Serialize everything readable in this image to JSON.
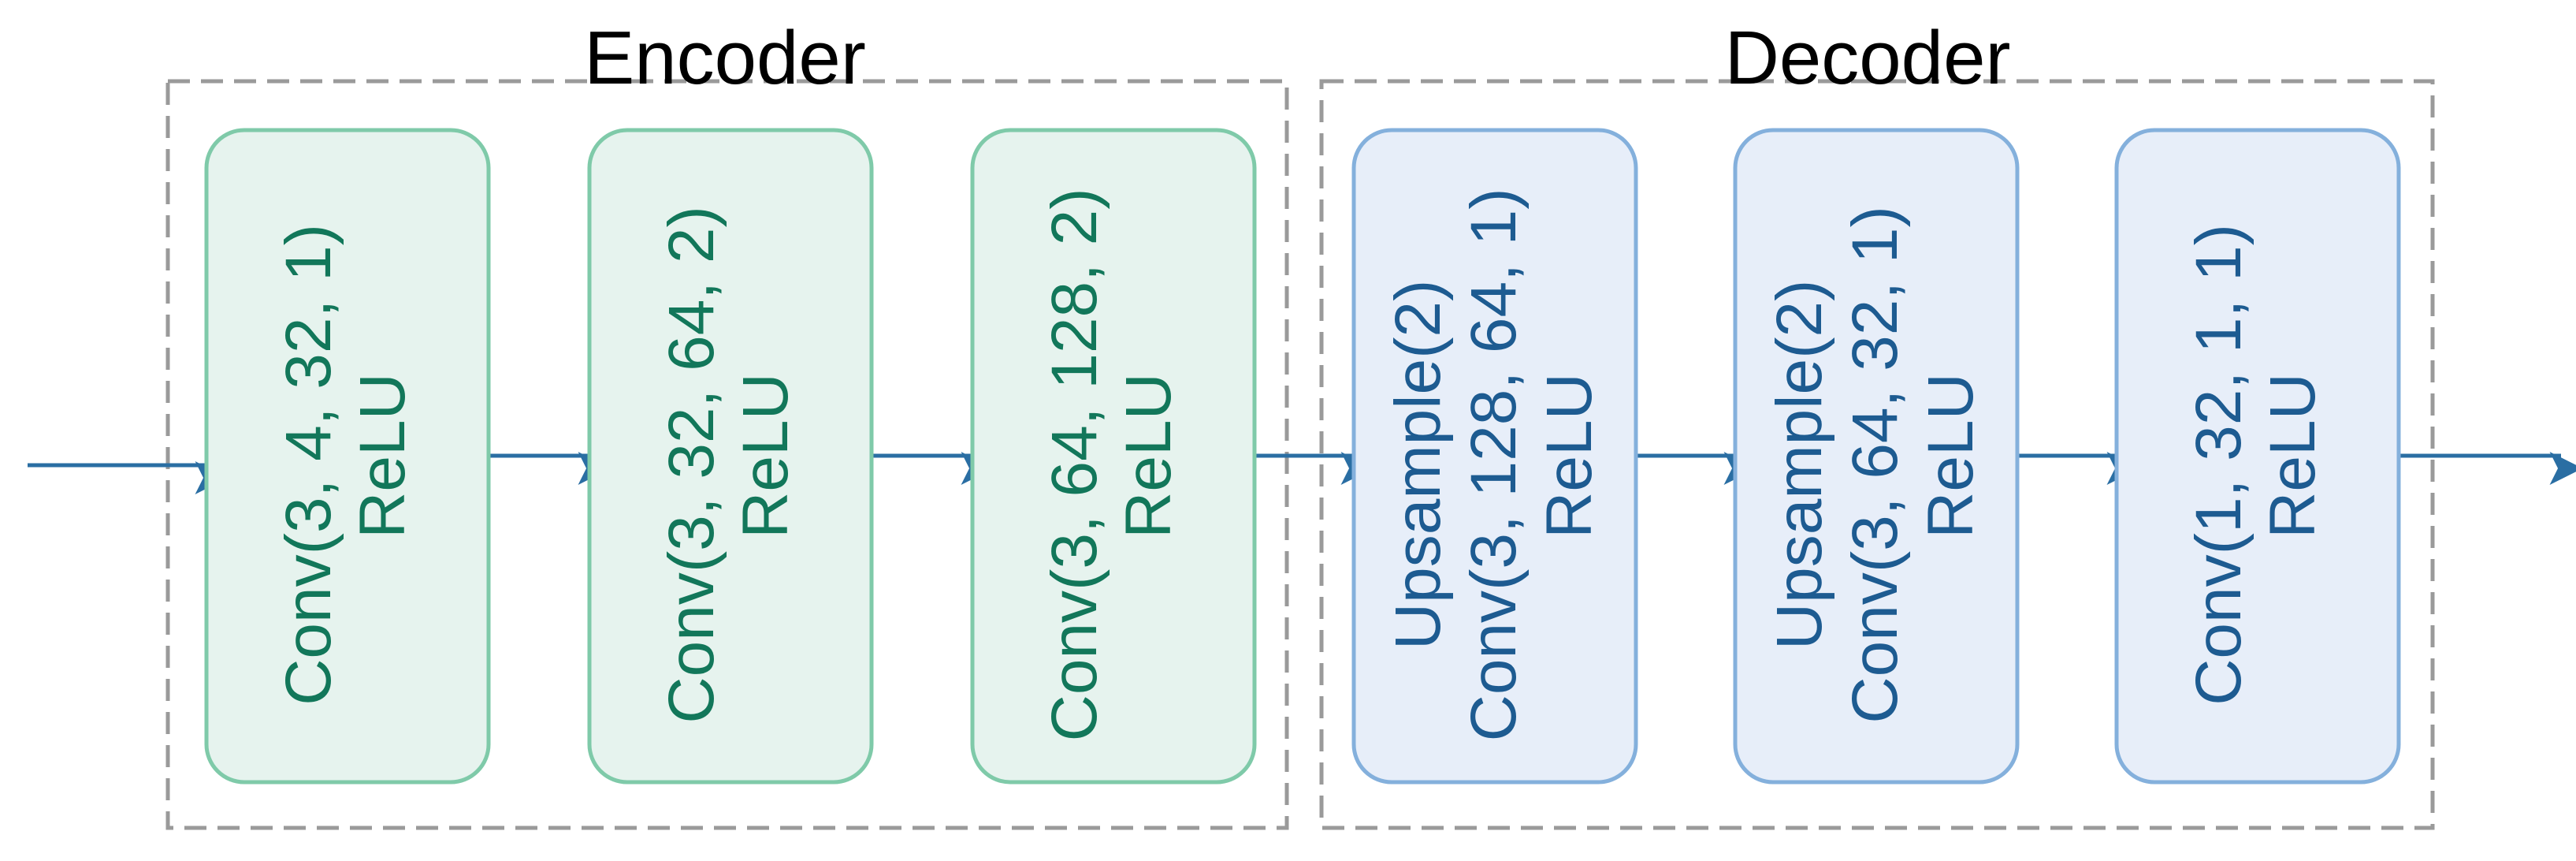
{
  "colors": {
    "encoder_fill": "#e6f3ee",
    "encoder_stroke": "#7fcaa9",
    "encoder_text": "#12775a",
    "decoder_fill": "#e7eef9",
    "decoder_stroke": "#84b0dc",
    "decoder_text": "#1d5b91",
    "arrow": "#2a6ea3",
    "frame": "#9a9a9a"
  },
  "encoder": {
    "title": "Encoder",
    "blocks": [
      {
        "lines": [
          "Conv(3, 4, 32, 1)",
          "ReLU"
        ]
      },
      {
        "lines": [
          "Conv(3, 32, 64, 2)",
          "ReLU"
        ]
      },
      {
        "lines": [
          "Conv(3, 64, 128, 2)",
          "ReLU"
        ]
      }
    ]
  },
  "decoder": {
    "title": "Decoder",
    "blocks": [
      {
        "lines": [
          "Upsample(2)",
          "Conv(3, 128, 64, 1)",
          "ReLU"
        ]
      },
      {
        "lines": [
          "Upsample(2)",
          "Conv(3, 64, 32, 1)",
          "ReLU"
        ]
      },
      {
        "lines": [
          "Conv(1, 32, 1, 1)",
          "ReLU"
        ]
      }
    ]
  }
}
